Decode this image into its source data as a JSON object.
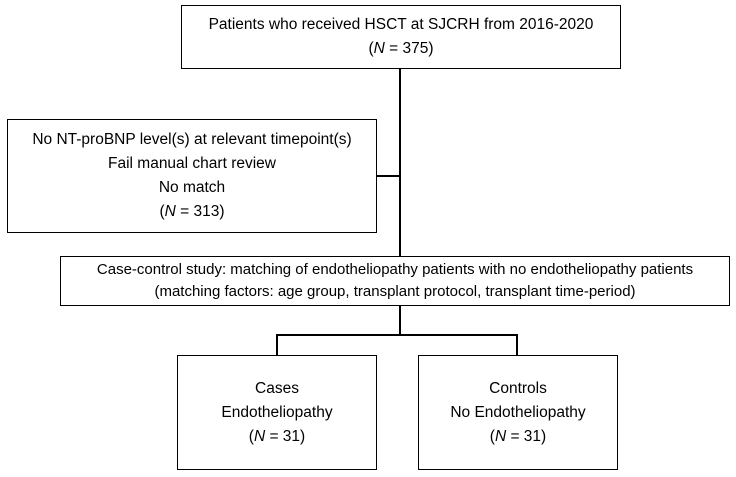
{
  "flowchart": {
    "top": {
      "line1": "Patients who received HSCT at SJCRH from 2016-2020",
      "n_prefix": "(",
      "n_symbol": "N",
      "n_suffix": " = 375)"
    },
    "excluded": {
      "line1": "No NT-proBNP level(s) at relevant timepoint(s)",
      "line2": "Fail manual chart review",
      "line3": "No match",
      "n_prefix": "(",
      "n_symbol": "N",
      "n_suffix": " = 313)"
    },
    "case_control": {
      "line1": "Case-control study: matching of endotheliopathy patients with no endotheliopathy patients",
      "line2": "(matching factors: age group, transplant protocol, transplant time-period)"
    },
    "cases": {
      "line1": "Cases",
      "line2": "Endotheliopathy",
      "n_prefix": "(",
      "n_symbol": "N",
      "n_suffix": " = 31)"
    },
    "controls": {
      "line1": "Controls",
      "line2": "No Endotheliopathy",
      "n_prefix": "(",
      "n_symbol": "N",
      "n_suffix": " = 31)"
    }
  }
}
